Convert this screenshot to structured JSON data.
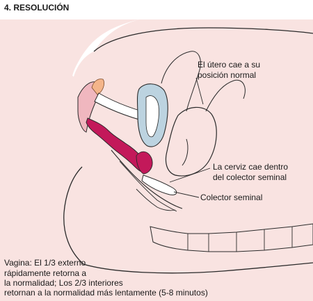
{
  "diagram": {
    "title": "4. RESOLUCIÓN",
    "labels": {
      "uterus": [
        "El útero cae a su",
        "posición normal"
      ],
      "cervix": [
        "La cerviz cae dentro",
        "del colector seminal"
      ],
      "pool": "Colector seminal",
      "vagina": [
        "Vagina: El 1/3 externo",
        "rápidamente retorna a",
        "la normalidad; Los 2/3 interiores",
        "retornan a la normalidad más lentamente (5-8 minutos)"
      ]
    },
    "colors": {
      "skin": "#f9e3e1",
      "tissue": "#f3cfd2",
      "magenta": "#c3195a",
      "outline": "#2a2a2a",
      "bladder": "#bcd3e0"
    }
  }
}
